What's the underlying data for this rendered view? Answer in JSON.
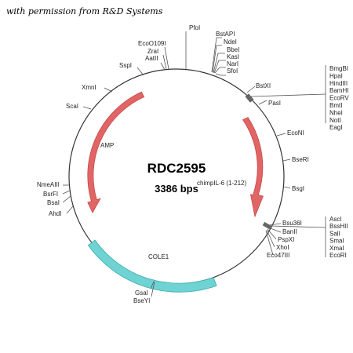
{
  "header": {
    "permission_text": "with permission from R&D Systems"
  },
  "plasmid": {
    "name": "RDC2595",
    "size_label": "3386 bps"
  },
  "features": {
    "amp": {
      "label": "AMP",
      "color": "#e06666"
    },
    "insert": {
      "label": "chimpIL-6 (1-212)",
      "color": "#e06666"
    },
    "ori": {
      "label": "COLE1",
      "color": "#6fd3d3"
    }
  },
  "sites": {
    "pfol": "PfoI",
    "ecoo109i": "EcoO109I",
    "zrai": "ZraI",
    "aatii": "AatII",
    "sspi": "SspI",
    "xmni": "XmnI",
    "scai": "ScaI",
    "bstapi": "BstAPI",
    "ndei": "NdeI",
    "bbei": "BbeI",
    "kasi": "KasI",
    "nari": "NarI",
    "sfoi": "SfoI",
    "bstxi": "BstXI",
    "pasi": "PasI",
    "econi": "EcoNI",
    "bseri": "BseRI",
    "bsgi": "BsgI",
    "bsu36i": "Bsu36I",
    "banii": "BanII",
    "pspxi": "PspXI",
    "xhoi": "XhoI",
    "eco47iii": "Eco47III",
    "gsai": "GsaI",
    "bseyi": "BseYI",
    "nmeaiii": "NmeAIII",
    "bsrfi": "BsrFI",
    "bsai": "BsaI",
    "ahdi": "AhdI",
    "group_right_top": [
      "BmgBI",
      "HpaI",
      "HindIII",
      "BamHI",
      "EcoRV",
      "BmtI",
      "NheI",
      "NotI",
      "EagI"
    ],
    "group_right_bottom": [
      "AscI",
      "BssHII",
      "SalI",
      "SmaI",
      "XmaI",
      "EcoRI"
    ]
  }
}
